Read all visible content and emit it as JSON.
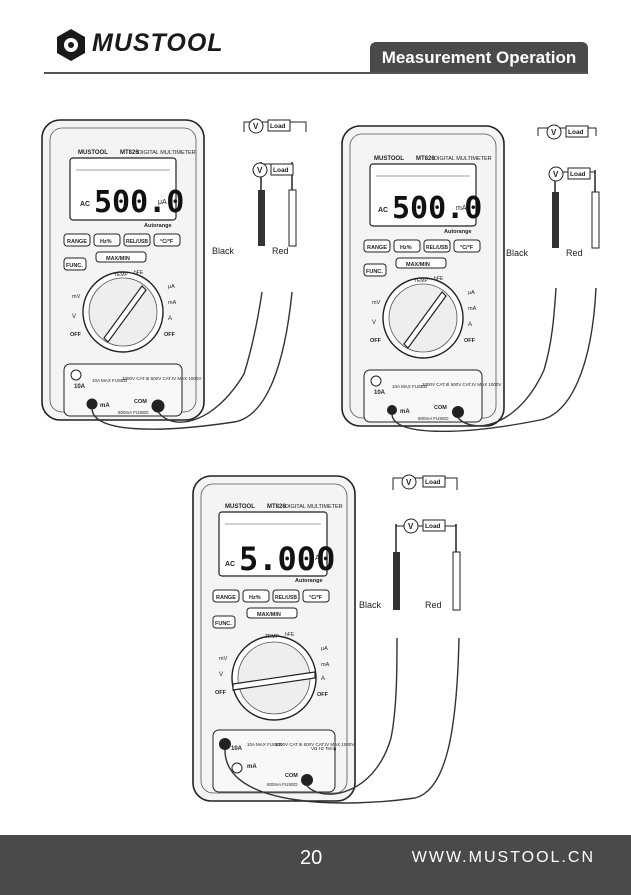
{
  "header": {
    "brand": "MUSTOOL",
    "section_title": "Measurement Operation"
  },
  "meter": {
    "brand_label": "MUSTOOL",
    "model": "MT826",
    "type": "DIGITAL MULTIMETER",
    "autorange": "Autorange",
    "buttons": [
      "RANGE",
      "Hz%",
      "REL/USB",
      "°C/°F",
      "MAX/MIN",
      "FUNC."
    ],
    "dial_labels": [
      "TEMP",
      "hFE",
      "mV",
      "V",
      "OFF",
      "μA",
      "mA",
      "A",
      "OFF"
    ],
    "jack_10a": "10A",
    "jack_10a_note": "10A MAX FUSED",
    "jack_ma": "mA",
    "jack_ma_note": "600mA FUSED",
    "jack_com": "COM",
    "cat_note": "1000V CAT.III 600V CAT.IV MAX 1000V",
    "vomega": "VΩ Hz Temp"
  },
  "probes": {
    "black": "Black",
    "red": "Red",
    "load": "Load",
    "volt": "V"
  },
  "diagrams": [
    {
      "reading": "500.0",
      "unit": "μA"
    },
    {
      "reading": "500.0",
      "unit": "mA"
    },
    {
      "reading": "5.000",
      "unit": "A"
    }
  ],
  "footer": {
    "page_number": "20",
    "website": "WWW.MUSTOOL.CN"
  }
}
